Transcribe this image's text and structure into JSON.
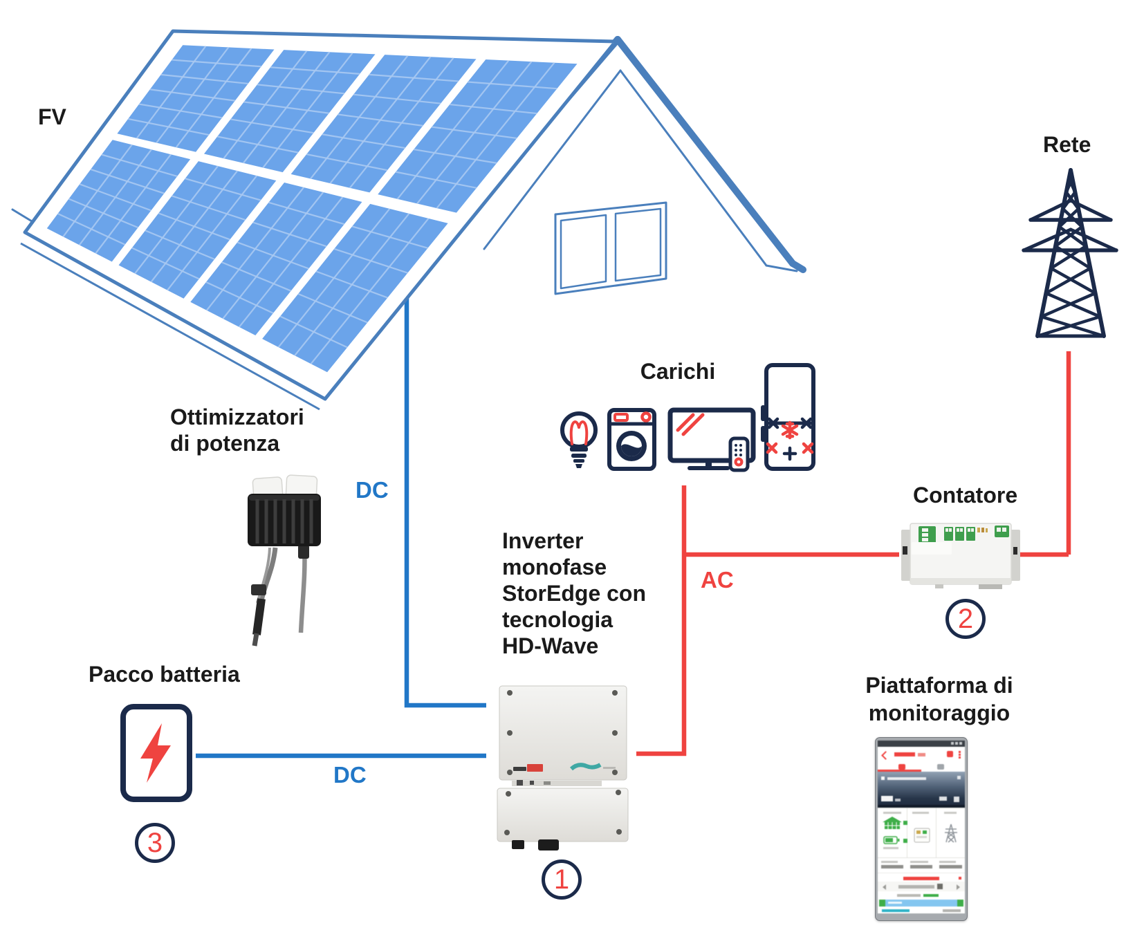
{
  "diagram": {
    "pv_label": "FV",
    "optimizers_label": [
      "Ottimizzatori",
      "di potenza"
    ],
    "inverter_label": [
      "Inverter",
      "monofase",
      "StorEdge con",
      "tecnologia",
      "HD-Wave"
    ],
    "loads_label": "Carichi",
    "meter_label": "Contatore",
    "grid_label": "Rete",
    "battery_label": "Pacco batteria",
    "monitoring_label": [
      "Piattaforma di",
      "monitoraggio"
    ],
    "dc_label_top": "DC",
    "dc_label_bottom": "DC",
    "ac_label": "AC",
    "step_numbers": {
      "inverter": "1",
      "meter": "2",
      "battery": "3"
    },
    "colors": {
      "dc_line": "#2177c7",
      "ac_line": "#ef4340",
      "navy": "#1b2a4a",
      "panel_blue": "#6ba4ea",
      "panel_grid": "#a9c9f2",
      "roof_blue": "#4a7fbc",
      "green_app": "#3fae49"
    },
    "icons": [
      "solar-panel-icon",
      "house-roof-icon",
      "window-icon",
      "power-optimizer-icon",
      "battery-icon",
      "lightning-bolt-icon",
      "lightbulb-icon",
      "washing-machine-icon",
      "tv-icon",
      "remote-icon",
      "fridge-icon",
      "snowflake-icon",
      "transmission-tower-icon",
      "energy-meter-icon",
      "inverter-icon",
      "solaredge-logo",
      "smartphone-icon",
      "monitoring-app-icon"
    ]
  }
}
